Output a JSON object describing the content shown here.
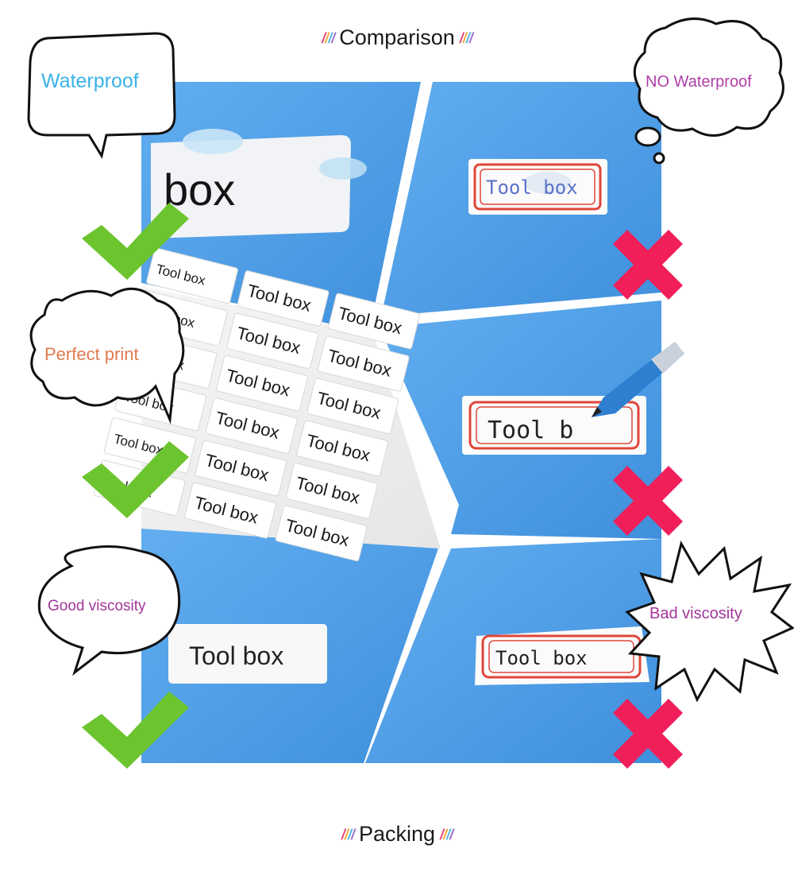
{
  "headings": {
    "top": "Comparison",
    "bottom": "Packing"
  },
  "bubbles": {
    "waterproof": "Waterproof",
    "no_waterproof": "NO Waterproof",
    "perfect_print": "Perfect print",
    "good_viscosity": "Good viscosity",
    "bad_viscosity": "Bad viscosity"
  },
  "labels": {
    "big_box": "box",
    "tool_box": "Tool box",
    "tool_b": "Tool b"
  },
  "colors": {
    "photo_blue": "#4f9ee6",
    "check_green": "#6cc52e",
    "cross_pink": "#f01f5a",
    "waterproof_text": "#3bb3e8",
    "no_waterproof_text": "#b03ea8",
    "perfect_print_text": "#e07a50",
    "viscosity_text": "#a2359a",
    "label_border_red": "#e0463a"
  },
  "icons": {
    "good": "check-icon",
    "bad": "cross-icon"
  }
}
